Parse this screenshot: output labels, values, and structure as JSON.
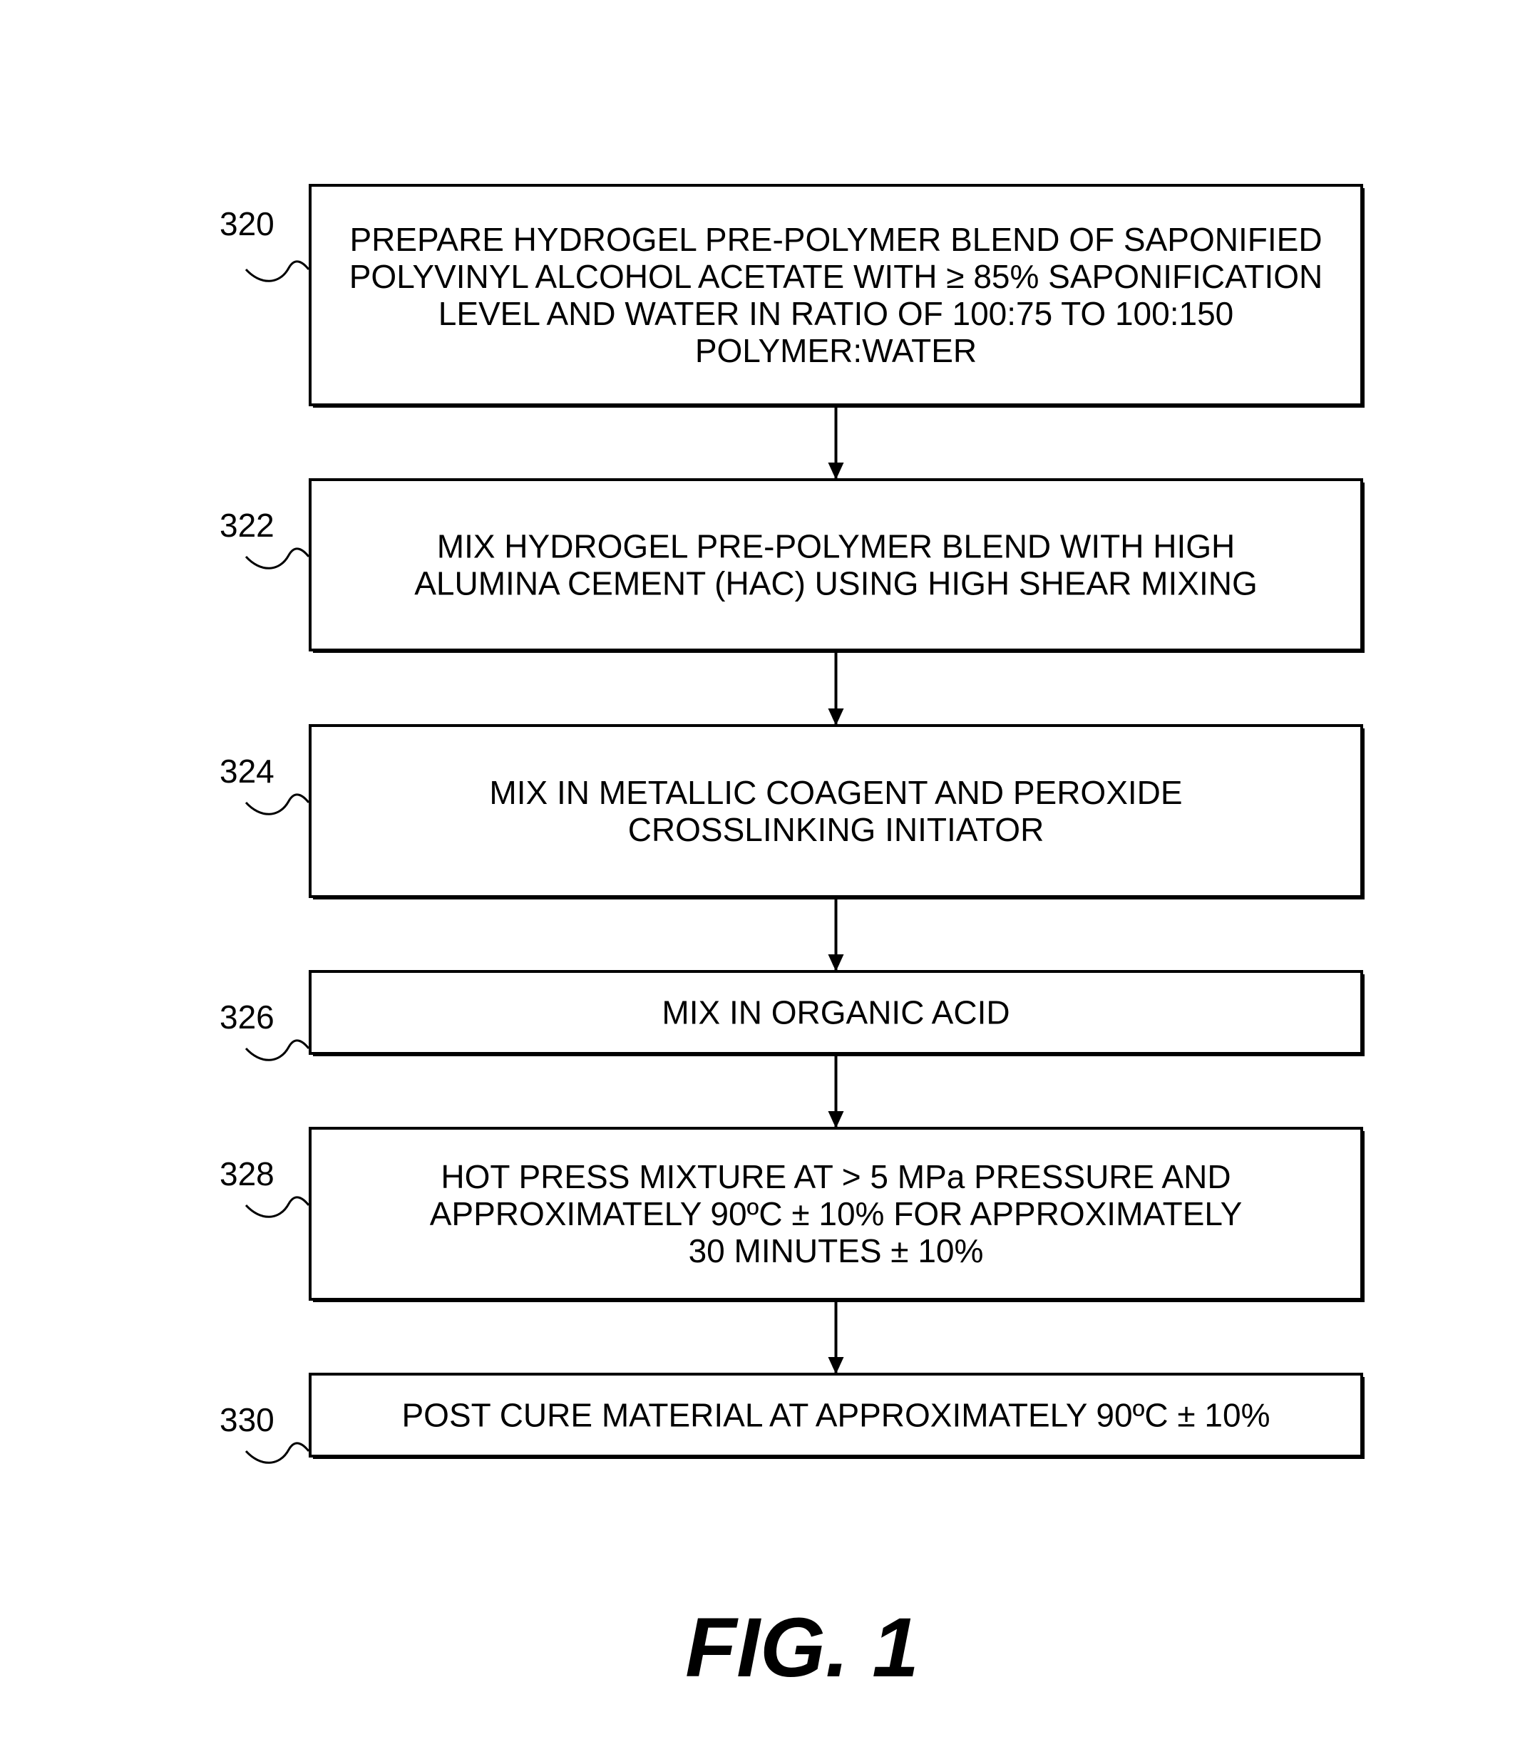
{
  "steps": [
    {
      "ref": "320",
      "lines": [
        "PREPARE HYDROGEL PRE-POLYMER BLEND OF SAPONIFIED",
        "POLYVINYL ALCOHOL ACETATE WITH ≥ 85% SAPONIFICATION",
        "LEVEL AND WATER IN RATIO OF 100:75 TO 100:150",
        "POLYMER:WATER"
      ]
    },
    {
      "ref": "322",
      "lines": [
        "MIX HYDROGEL PRE-POLYMER BLEND WITH HIGH",
        "ALUMINA CEMENT (HAC) USING HIGH SHEAR MIXING"
      ]
    },
    {
      "ref": "324",
      "lines": [
        "MIX IN METALLIC COAGENT AND PEROXIDE",
        "CROSSLINKING INITIATOR"
      ]
    },
    {
      "ref": "326",
      "lines": [
        "MIX IN ORGANIC ACID"
      ]
    },
    {
      "ref": "328",
      "lines": [
        "HOT PRESS MIXTURE AT > 5 MPa PRESSURE AND",
        "APPROXIMATELY 90ºC ± 10% FOR APPROXIMATELY",
        "30 MINUTES ± 10%"
      ]
    },
    {
      "ref": "330",
      "lines": [
        "POST CURE MATERIAL AT APPROXIMATELY 90ºC ± 10%"
      ]
    }
  ],
  "figure_label": "FIG. 1"
}
